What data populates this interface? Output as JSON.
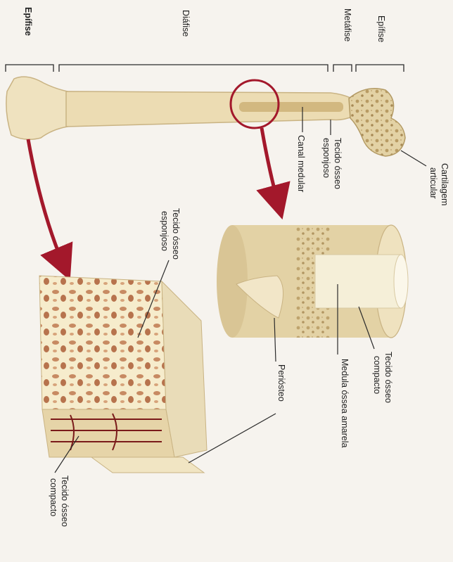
{
  "labels": {
    "epifise_left": "Epífise",
    "diafise": "Diáfise",
    "metafise": "Metáfise",
    "epifise_right": "Epífise",
    "canal_medular": "Canal medular",
    "tecido_esponjoso_top_1": "Tecido ósseo",
    "tecido_esponjoso_top_2": "esponjoso",
    "cartilagem_1": "Cartilagem",
    "cartilagem_2": "articular",
    "tecido_esponjoso_left_1": "Tecido ósseo",
    "tecido_esponjoso_left_2": "esponjoso",
    "tecido_compacto_right_1": "Tecido ósseo",
    "tecido_compacto_right_2": "compacto",
    "medula": "Medula óssea amarela",
    "periosteo": "Periósteo",
    "tecido_compacto_left_1": "Tecido ósseo",
    "tecido_compacto_left_2": "compacto"
  },
  "colors": {
    "bone": "#efe2bf",
    "bone_shadow": "#d9c595",
    "spongy": "#e6d6ab",
    "marrow": "#f5efd8",
    "arrow": "#a3182b",
    "lines": "#2b2b2b"
  }
}
